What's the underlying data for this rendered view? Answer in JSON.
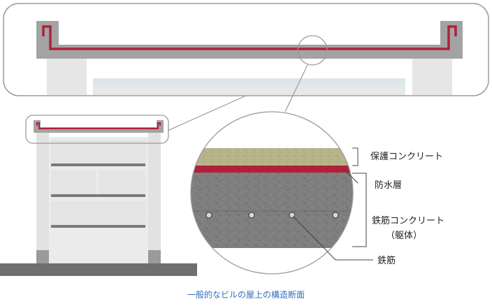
{
  "caption": "一般的なビルの屋上の構造断面",
  "labels": {
    "protective_concrete": "保護コンクリート",
    "waterproof_layer": "防水層",
    "rc_concrete_line1": "鉄筋コンクリート",
    "rc_concrete_line2": "（躯体）",
    "rebar": "鉄筋"
  },
  "colors": {
    "waterproof_red": "#b0213a",
    "protective_concrete": "#b7b48a",
    "structural_concrete": "#808080",
    "slab_gray": "#a3a3a3",
    "building_fill": "#e6e6e6",
    "caption_blue": "#2f6fb8",
    "ground": "#6f6f6f"
  }
}
